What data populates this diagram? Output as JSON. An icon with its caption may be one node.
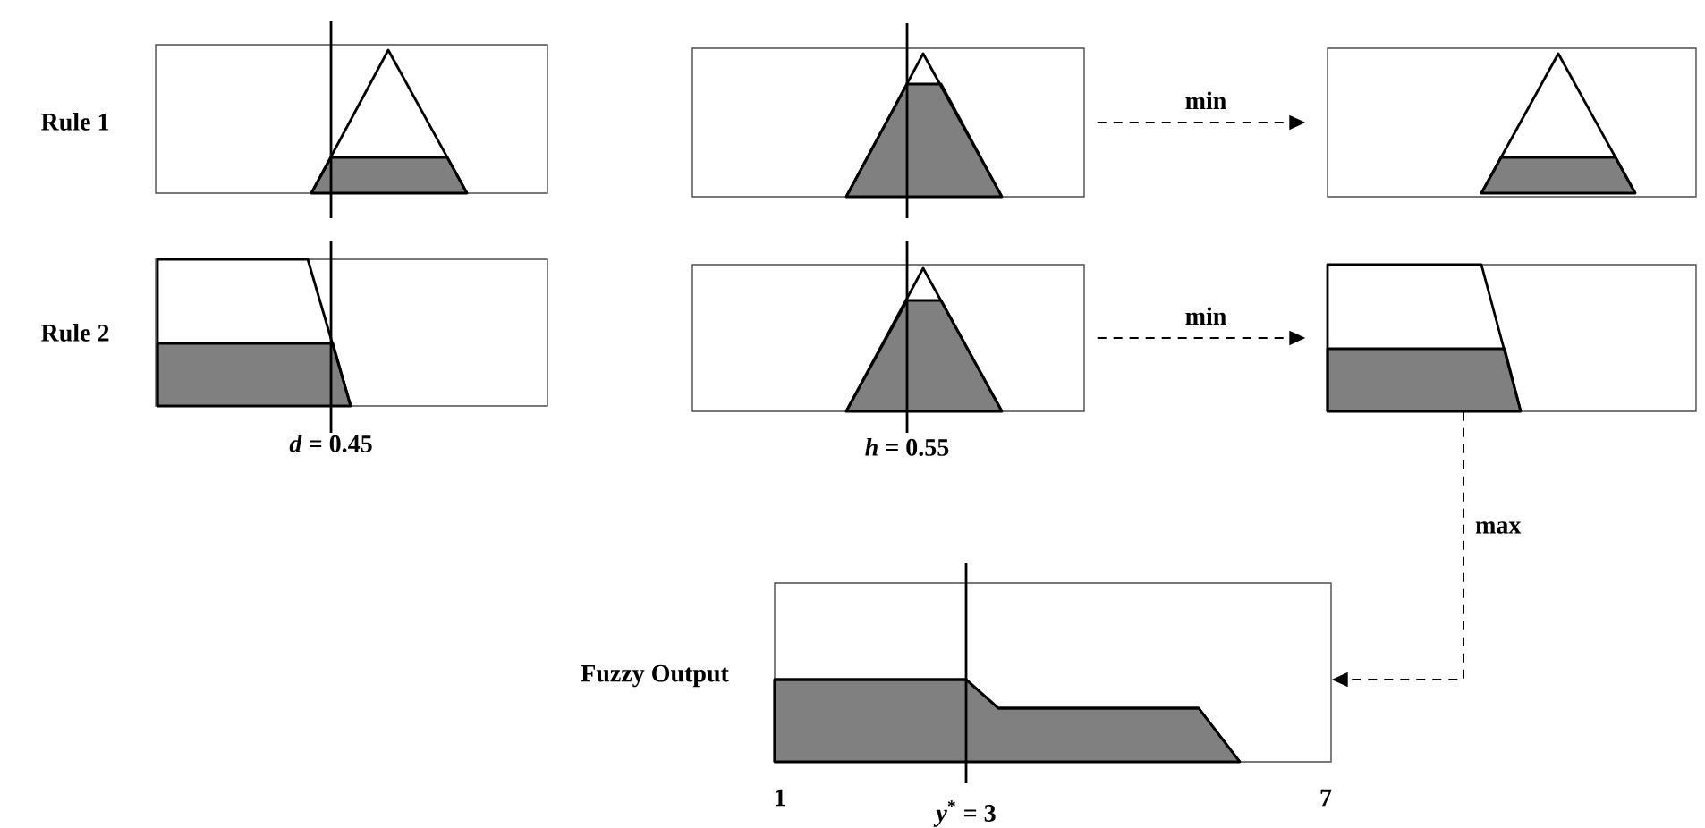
{
  "diagram": {
    "nodes": [
      {
        "text": [],
        "shape": "box",
        "beside": [
          "Rule 1"
        ]
      },
      {
        "text": [],
        "shape": "box"
      },
      {
        "text": [],
        "shape": "box"
      },
      {
        "text": [],
        "shape": "box",
        "beside": [
          "Rule 2"
        ]
      },
      {
        "text": [],
        "shape": "box"
      },
      {
        "text": [],
        "shape": "box"
      },
      {
        "text": [],
        "shape": "box",
        "beside": [
          "Fuzzy Output"
        ]
      }
    ],
    "edges": [
      {
        "from": 1,
        "to": 2,
        "arrow": "to",
        "style": "dashed",
        "label": "min"
      },
      {
        "from": 4,
        "to": 5,
        "arrow": "to",
        "style": "dashed",
        "label": "min"
      },
      {
        "from": 5,
        "to": 6,
        "arrow": "to",
        "style": "dashed",
        "label": "max"
      }
    ],
    "labels": [
      "*d* = 0.45",
      "*h* = 0.55",
      "1",
      "*y*$^{*}$ = 3",
      "7"
    ]
  }
}
